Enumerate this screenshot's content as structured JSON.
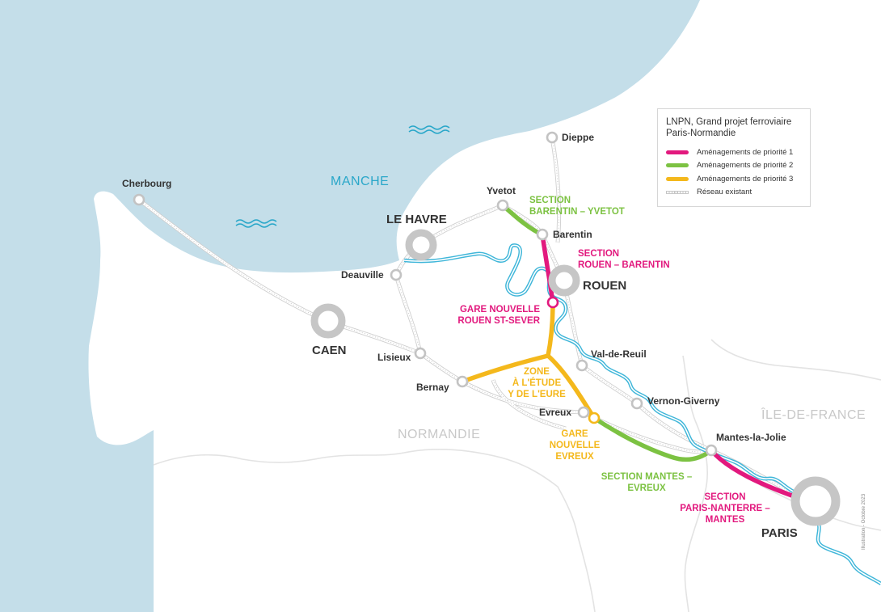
{
  "map": {
    "sea_label": "MANCHE",
    "regions": [
      "NORMANDIE",
      "ÎLE-DE-FRANCE"
    ],
    "cities": {
      "cherbourg": "Cherbourg",
      "dieppe": "Dieppe",
      "yvetot": "Yvetot",
      "le_havre": "LE HAVRE",
      "barentin": "Barentin",
      "deauville": "Deauville",
      "rouen": "ROUEN",
      "caen": "CAEN",
      "lisieux": "Lisieux",
      "bernay": "Bernay",
      "val_de_reuil": "Val-de-Reuil",
      "vernon_giverny": "Vernon-Giverny",
      "evreux": "Evreux",
      "mantes": "Mantes-la-Jolie",
      "paris": "PARIS"
    },
    "section_labels": {
      "barentin_yvetot": [
        "SECTION",
        "BARENTIN – YVETOT"
      ],
      "rouen_barentin": [
        "SECTION",
        "ROUEN – BARENTIN"
      ],
      "gare_rouen": [
        "GARE NOUVELLE",
        "ROUEN ST-SEVER"
      ],
      "zone_etude": [
        "ZONE",
        "À L'ÉTUDE",
        "Y DE L'EURE"
      ],
      "gare_evreux": [
        "GARE",
        "NOUVELLE",
        "EVREUX"
      ],
      "mantes_evreux": [
        "SECTION MANTES –",
        "EVREUX"
      ],
      "paris_mantes": [
        "SECTION",
        "PARIS-NANTERRE –",
        "MANTES"
      ]
    }
  },
  "legend": {
    "title": "LNPN, Grand projet ferroviaire\nParis-Normandie",
    "items": [
      {
        "label": "Aménagements de priorité 1",
        "color": "#e2197e"
      },
      {
        "label": "Aménagements de priorité 2",
        "color": "#7cc242"
      },
      {
        "label": "Aménagements de priorité 3",
        "color": "#f4b81c"
      },
      {
        "label": "Réseau existant",
        "color": "#c3c3c3"
      }
    ]
  },
  "colors": {
    "sea": "#c4dee9",
    "river": "#3fb6d9",
    "priority1": "#e2197e",
    "priority2": "#7cc242",
    "priority3": "#f4b81c",
    "existing": "#c3c3c3"
  },
  "credit": "Illustration - Octobre 2023"
}
